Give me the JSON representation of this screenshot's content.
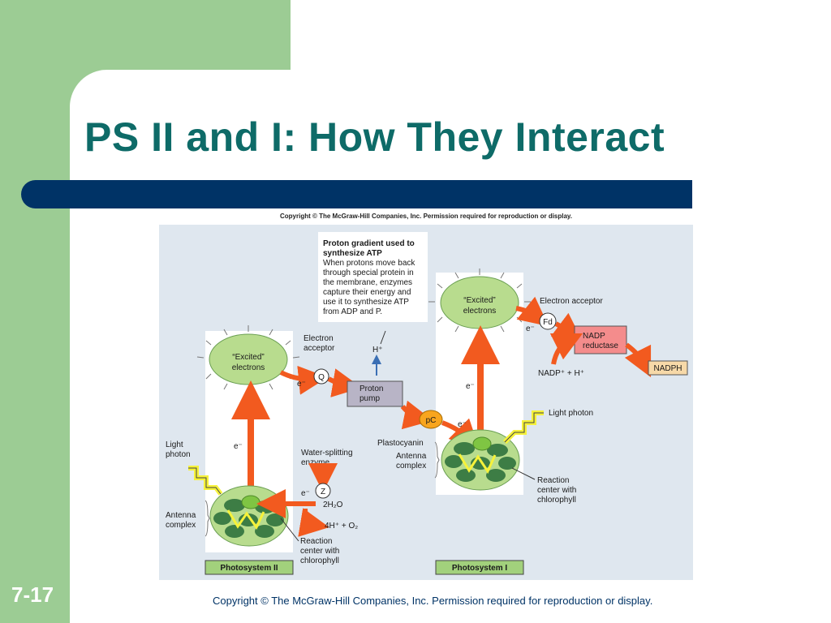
{
  "slide": {
    "title": "PS II and I:  How They Interact",
    "number": "7-17",
    "footer_copyright": "Copyright © The McGraw-Hill Companies, Inc. Permission required for reproduction or display."
  },
  "figure": {
    "copyright": "Copyright © The McGraw-Hill Companies, Inc. Permission required for reproduction or display.",
    "note": {
      "title_line1": "Proton gradient used to",
      "title_line2": "synthesize ATP",
      "line1": "When protons move back",
      "line2": "through special protein in",
      "line3": "the membrane, enzymes",
      "line4": "capture their energy and",
      "line5": "use it to synthesize ATP",
      "line6": "from ADP and P."
    },
    "ps2": {
      "excited_line1": "“Excited”",
      "excited_line2": "electrons",
      "electron_acceptor_line1": "Electron",
      "electron_acceptor_line2": "acceptor",
      "q": "Q",
      "e_q": "e⁻",
      "e_vertical": "e⁻",
      "light_photon_line1": "Light",
      "light_photon_line2": "photon",
      "antenna_line1": "Antenna",
      "antenna_line2": "complex",
      "water_split_line1": "Water-splitting",
      "water_split_line2": "enzyme",
      "z": "Z",
      "e_z": "e⁻",
      "h2o": "2H₂O",
      "o2": "4H⁺ + O₂",
      "reaction_center_line1": "Reaction",
      "reaction_center_line2": "center with",
      "reaction_center_line3": "chlorophyll",
      "label": "Photosystem II"
    },
    "proton_pump_line1": "Proton",
    "proton_pump_line2": "pump",
    "h_plus": "H⁺",
    "pc": "pC",
    "e_pc": "e⁻",
    "plastocyanin": "Plastocyanin",
    "ps1": {
      "excited_line1": "“Excited”",
      "excited_line2": "electrons",
      "electron_acceptor": "Electron acceptor",
      "fd": "Fd",
      "e_fd": "e⁻",
      "e_vertical": "e⁻",
      "nadp_reductase_line1": "NADP",
      "nadp_reductase_line2": "reductase",
      "nadp_plus": "NADP⁺ + H⁺",
      "nadph": "NADPH",
      "light_photon": "Light photon",
      "antenna_line1": "Antenna",
      "antenna_line2": "complex",
      "reaction_center_line1": "Reaction",
      "reaction_center_line2": "center with",
      "reaction_center_line3": "chlorophyll",
      "label": "Photosystem I"
    }
  }
}
